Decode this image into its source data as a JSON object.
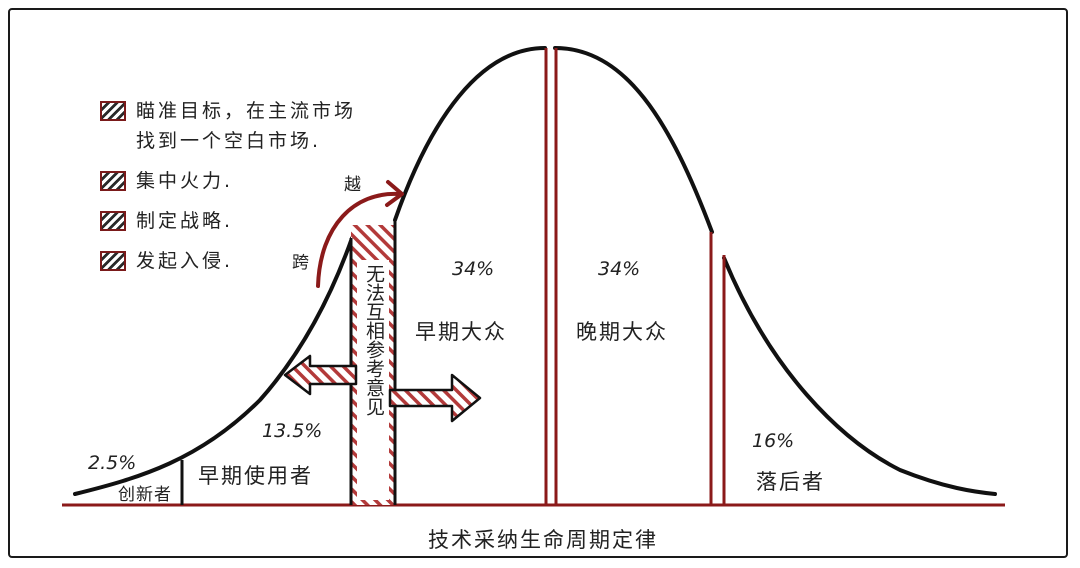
{
  "diagram": {
    "legend": [
      {
        "text": "瞄准目标，在主流市场\n找到一个空白市场."
      },
      {
        "text": "集中火力."
      },
      {
        "text": "制定战略."
      },
      {
        "text": "发起入侵."
      }
    ],
    "segments": [
      {
        "pct": "2.5%",
        "name": "创新者"
      },
      {
        "pct": "13.5%",
        "name": "早期使用者"
      },
      {
        "pct": "34%",
        "name": "早期大众"
      },
      {
        "pct": "34%",
        "name": "晚期大众"
      },
      {
        "pct": "16%",
        "name": "落后者"
      }
    ],
    "chasm_label": "无法互相参考意见",
    "cross_labels": {
      "start": "跨",
      "end": "越"
    },
    "caption": "技术采纳生命周期定律",
    "colors": {
      "accent": "#8b1a1a",
      "ink": "#111111",
      "hatch": "#b33a3a"
    }
  }
}
